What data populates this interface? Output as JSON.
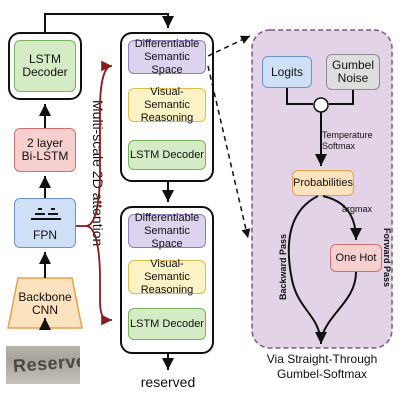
{
  "left_column": {
    "lstm_decoder": "LSTM\nDecoder",
    "bilstm": "2 layer\nBi-LSTM",
    "fpn": "FPN",
    "backbone": "Backbone\nCNN",
    "input_word": "Reserved"
  },
  "attention_label": "Multi-scale 2D attention",
  "stack_top": {
    "semantic_space": "Differentiable\nSemantic Space",
    "reasoning": "Visual-Semantic\nReasoning",
    "decoder": "LSTM Decoder"
  },
  "stack_bottom": {
    "semantic_space": "Differentiable\nSemantic Space",
    "reasoning": "Visual-Semantic\nReasoning",
    "decoder": "LSTM Decoder"
  },
  "output_label": "reserved",
  "panel": {
    "logits": "Logits",
    "gumbel": "Gumbel\nNoise",
    "combine_symbol": "⊕",
    "temperature": "Temperature\nSoftmax",
    "probabilities": "Probabilities",
    "argmax": "argmax",
    "one_hot": "One Hot",
    "backward_pass": "Backward Pass",
    "forward_pass": "Forward Pass",
    "caption": "Via Straight-Through\nGumbel-Softmax"
  },
  "colors": {
    "green": "#d5ebc6",
    "lavender": "#ddd3ee",
    "yellow": "#fbf3c6",
    "red": "#f6cfcf",
    "blue": "#cfe0f6",
    "orange": "#fde2bf",
    "panel_bg": "#e3d3e6",
    "attention_arrow": "#8b1a1a"
  }
}
